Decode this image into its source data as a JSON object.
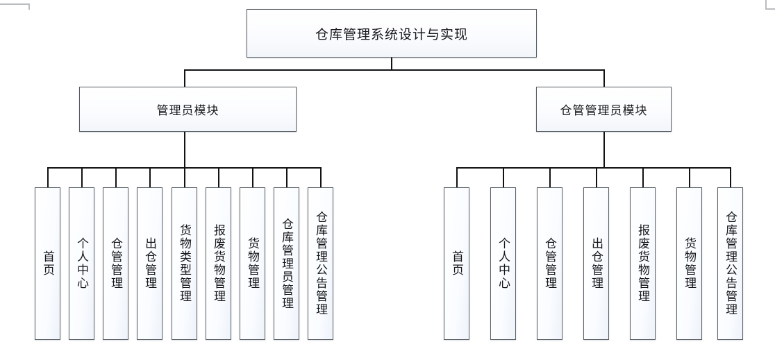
{
  "diagram": {
    "title": "仓库管理系统设计与实现",
    "type": "功能结构图",
    "root": {
      "label": "仓库管理系统设计与实现"
    },
    "modules": [
      {
        "id": "admin",
        "label": "管理员模块",
        "children": [
          {
            "label": "首页"
          },
          {
            "label": "个人中心"
          },
          {
            "label": "仓管管理"
          },
          {
            "label": "出仓管理"
          },
          {
            "label": "货物类型管理"
          },
          {
            "label": "报废货物管理"
          },
          {
            "label": "货物管理"
          },
          {
            "label": "仓库管理员管理"
          },
          {
            "label": "仓库管理公告管理"
          }
        ]
      },
      {
        "id": "warehouse-admin",
        "label": "仓管管理员模块",
        "children": [
          {
            "label": "首页"
          },
          {
            "label": "个人中心"
          },
          {
            "label": "仓管管理"
          },
          {
            "label": "出仓管理"
          },
          {
            "label": "报废货物管理"
          },
          {
            "label": "货物管理"
          },
          {
            "label": "仓库管理公告管理"
          }
        ]
      }
    ],
    "colors": {
      "box_border": "#555b60",
      "connector": "#101214",
      "box_fill": "#ffffff",
      "text": "#16181b"
    }
  }
}
